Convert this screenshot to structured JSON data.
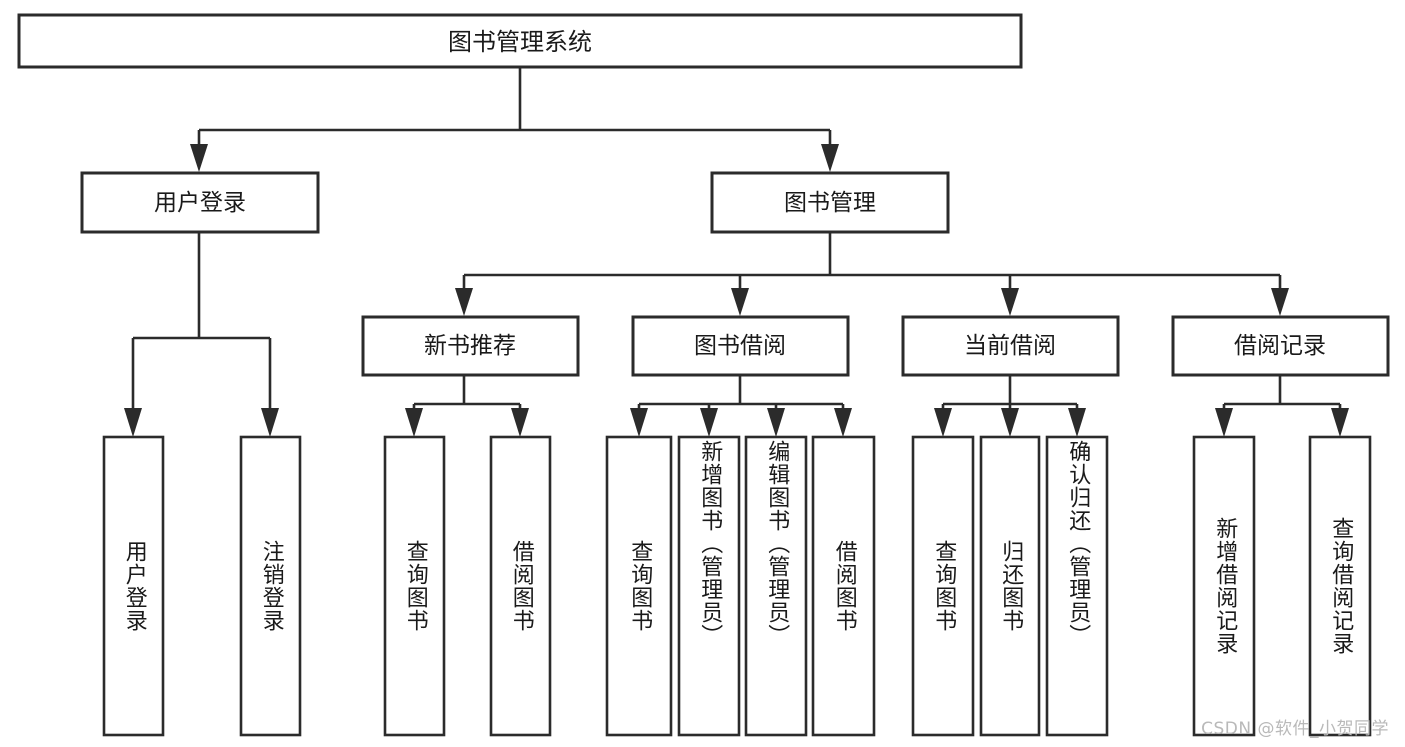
{
  "diagram": {
    "type": "tree-hierarchy",
    "title": "图书管理系统",
    "watermark": "CSDN @软件_小贺同学",
    "colors": {
      "stroke": "#2b2b2b",
      "fill": "#ffffff",
      "text": "#1a1a1a",
      "watermark": "#b9b9b9"
    },
    "levels": {
      "root": {
        "label": "图书管理系统"
      },
      "level2": [
        {
          "id": "user-login",
          "label": "用户登录"
        },
        {
          "id": "book-manage",
          "label": "图书管理"
        }
      ],
      "level3": [
        {
          "id": "new-book-recommend",
          "label": "新书推荐",
          "parent": "book-manage"
        },
        {
          "id": "book-borrow",
          "label": "图书借阅",
          "parent": "book-manage"
        },
        {
          "id": "current-borrow",
          "label": "当前借阅",
          "parent": "book-manage"
        },
        {
          "id": "borrow-record",
          "label": "借阅记录",
          "parent": "book-manage"
        }
      ],
      "leaves": [
        {
          "id": "leaf-user-login",
          "label": "用户登录",
          "parent": "user-login"
        },
        {
          "id": "leaf-logout-login",
          "label": "注销登录",
          "parent": "user-login"
        },
        {
          "id": "leaf-query-book-1",
          "label": "查询图书",
          "parent": "new-book-recommend"
        },
        {
          "id": "leaf-borrow-book-1",
          "label": "借阅图书",
          "parent": "new-book-recommend"
        },
        {
          "id": "leaf-query-book-2",
          "label": "查询图书",
          "parent": "book-borrow"
        },
        {
          "id": "leaf-add-book",
          "label": "新增图书（管理员）",
          "parent": "book-borrow"
        },
        {
          "id": "leaf-edit-book",
          "label": "编辑图书（管理员）",
          "parent": "book-borrow"
        },
        {
          "id": "leaf-borrow-book-2",
          "label": "借阅图书",
          "parent": "book-borrow"
        },
        {
          "id": "leaf-query-book-3",
          "label": "查询图书",
          "parent": "current-borrow"
        },
        {
          "id": "leaf-return-book",
          "label": "归还图书",
          "parent": "current-borrow"
        },
        {
          "id": "leaf-confirm-return",
          "label": "确认归还（管理员）",
          "parent": "current-borrow"
        },
        {
          "id": "leaf-add-record",
          "label": "新增借阅记录",
          "parent": "borrow-record"
        },
        {
          "id": "leaf-query-record",
          "label": "查询借阅记录",
          "parent": "borrow-record"
        }
      ]
    }
  }
}
